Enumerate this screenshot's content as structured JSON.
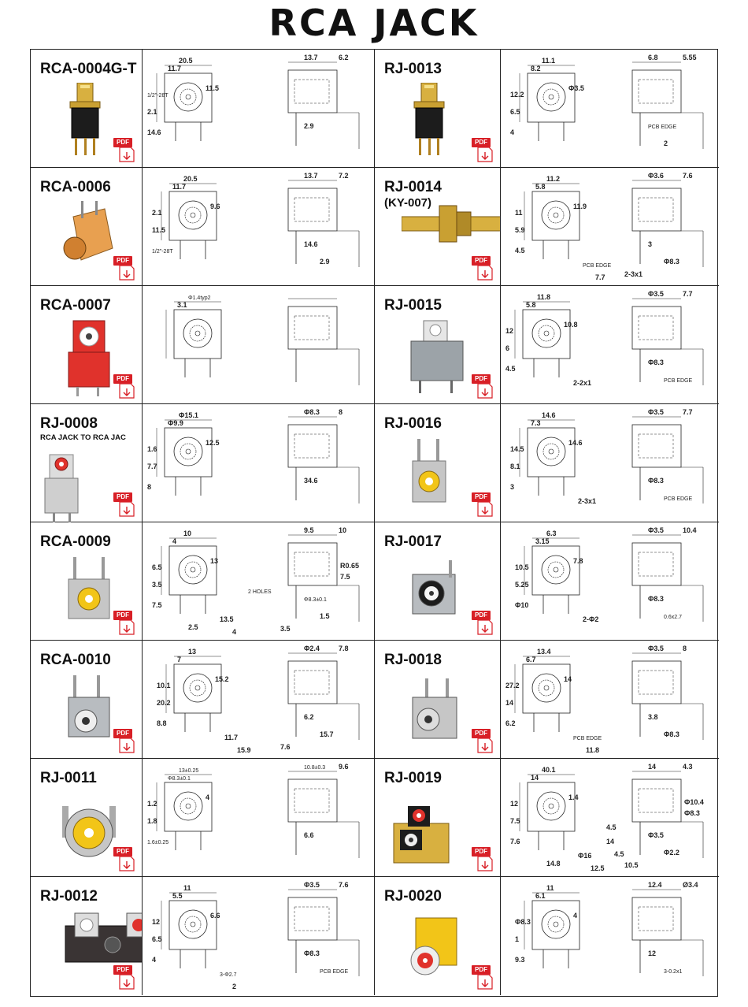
{
  "page_title": "RCA JACK",
  "pdf_label": "PDF",
  "rows": [
    {
      "left": {
        "model": "RCA-0004G-T",
        "sub": ""
      },
      "right": {
        "model": "RJ-0013",
        "sub": ""
      }
    },
    {
      "left": {
        "model": "RCA-0006",
        "sub": ""
      },
      "right": {
        "model": "RJ-0014",
        "sub": "(KY-007)"
      }
    },
    {
      "left": {
        "model": "RCA-0007",
        "sub": ""
      },
      "right": {
        "model": "RJ-0015",
        "sub": ""
      }
    },
    {
      "left": {
        "model": "RJ-0008",
        "sub": "RCA JACK TO RCA JAC"
      },
      "right": {
        "model": "RJ-0016",
        "sub": ""
      }
    },
    {
      "left": {
        "model": "RCA-0009",
        "sub": ""
      },
      "right": {
        "model": "RJ-0017",
        "sub": ""
      }
    },
    {
      "left": {
        "model": "RCA-0010",
        "sub": ""
      },
      "right": {
        "model": "RJ-0018",
        "sub": ""
      }
    },
    {
      "left": {
        "model": "RJ-0011",
        "sub": ""
      },
      "right": {
        "model": "RJ-0019",
        "sub": ""
      }
    },
    {
      "left": {
        "model": "RJ-0012",
        "sub": ""
      },
      "right": {
        "model": "RJ-0020",
        "sub": ""
      }
    }
  ],
  "dims": {
    "r0l": [
      "20.5",
      "11.7",
      "13.7",
      "6.2",
      "11.5",
      "1/2\"-28T",
      "2.1",
      "14.6",
      "2.9"
    ],
    "r0r": [
      "11.1",
      "8.2",
      "6.8",
      "5.55",
      "Φ3.5",
      "12.2",
      "6.5",
      "4",
      "PCB EDGE",
      "2"
    ],
    "r1l": [
      "20.5",
      "11.7",
      "13.7",
      "7.2",
      "9.6",
      "2.1",
      "11.5",
      "1/2\"-28T",
      "14.6",
      "2.9"
    ],
    "r1r": [
      "11.2",
      "5.8",
      "Φ3.6",
      "7.6",
      "11.9",
      "11",
      "5.9",
      "4.5",
      "3",
      "Φ8.3",
      "PCB EDGE",
      "7.7",
      "2-3x1"
    ],
    "r2l": [
      "Φ1.4typ2",
      "3.1"
    ],
    "r2r": [
      "11.8",
      "5.8",
      "Φ3.5",
      "7.7",
      "10.8",
      "12",
      "6",
      "4.5",
      "Φ8.3",
      "PCB EDGE",
      "2-2x1"
    ],
    "r3l": [
      "Φ15.1",
      "Φ9.9",
      "Φ8.3",
      "8",
      "12.5",
      "1.6",
      "7.7",
      "8",
      "34.6"
    ],
    "r3r": [
      "14.6",
      "7.3",
      "Φ3.5",
      "7.7",
      "14.6",
      "14.5",
      "8.1",
      "3",
      "Φ8.3",
      "PCB EDGE",
      "2-3x1"
    ],
    "r4l": [
      "10",
      "4",
      "9.5",
      "10",
      "13",
      "6.5",
      "3.5",
      "7.5",
      "Φ8.3±0.1",
      "1.5",
      "13.5",
      "4",
      "3.5",
      "2.5",
      "R0.65",
      "7.5",
      "2 HOLES"
    ],
    "r4r": [
      "6.3",
      "3.15",
      "Φ3.5",
      "10.4",
      "7.8",
      "10.5",
      "5.25",
      "Φ10",
      "Φ8.3",
      "0.6x2.7",
      "2-Φ2"
    ],
    "r5l": [
      "13",
      "7",
      "Φ2.4",
      "7.8",
      "15.2",
      "10.1",
      "20.2",
      "8.8",
      "6.2",
      "15.7",
      "11.7",
      "15.9",
      "7.6"
    ],
    "r5r": [
      "13.4",
      "6.7",
      "Φ3.5",
      "8",
      "14",
      "27.2",
      "14",
      "6.2",
      "3.8",
      "Φ8.3",
      "PCB EDGE",
      "11.8"
    ],
    "r6l": [
      "13±0.25",
      "Φ8.3±0.1",
      "10.8±0.3",
      "9.6",
      "4",
      "1.2",
      "1.8",
      "1.6±0.25",
      "6.6"
    ],
    "r6r": [
      "40.1",
      "14",
      "14",
      "4.3",
      "1.4",
      "12",
      "7.5",
      "7.6",
      "Φ3.5",
      "Φ2.2",
      "Φ16",
      "12.5",
      "10.5",
      "14.8",
      "Φ10.4",
      "Φ8.3",
      "4.5",
      "14",
      "4.5"
    ],
    "r7l": [
      "11",
      "5.5",
      "Φ3.5",
      "7.6",
      "6.6",
      "12",
      "6.5",
      "4",
      "Φ8.3",
      "PCB EDGE",
      "3-Φ2.7",
      "2"
    ],
    "r7r": [
      "11",
      "6.1",
      "12.4",
      "Ø3.4",
      "4",
      "Φ8.3",
      "1",
      "9.3",
      "12",
      "3-0.2x1"
    ]
  },
  "colors": {
    "border": "#222222",
    "pdf_red": "#d81f26",
    "gold": "#c9a032",
    "black_body": "#1c1c1c",
    "orange_body": "#e8a050",
    "red_body": "#e0322c",
    "yellow_insert": "#f2c518",
    "silver": "#b8bcc0",
    "gray_body": "#9ca3a8"
  }
}
